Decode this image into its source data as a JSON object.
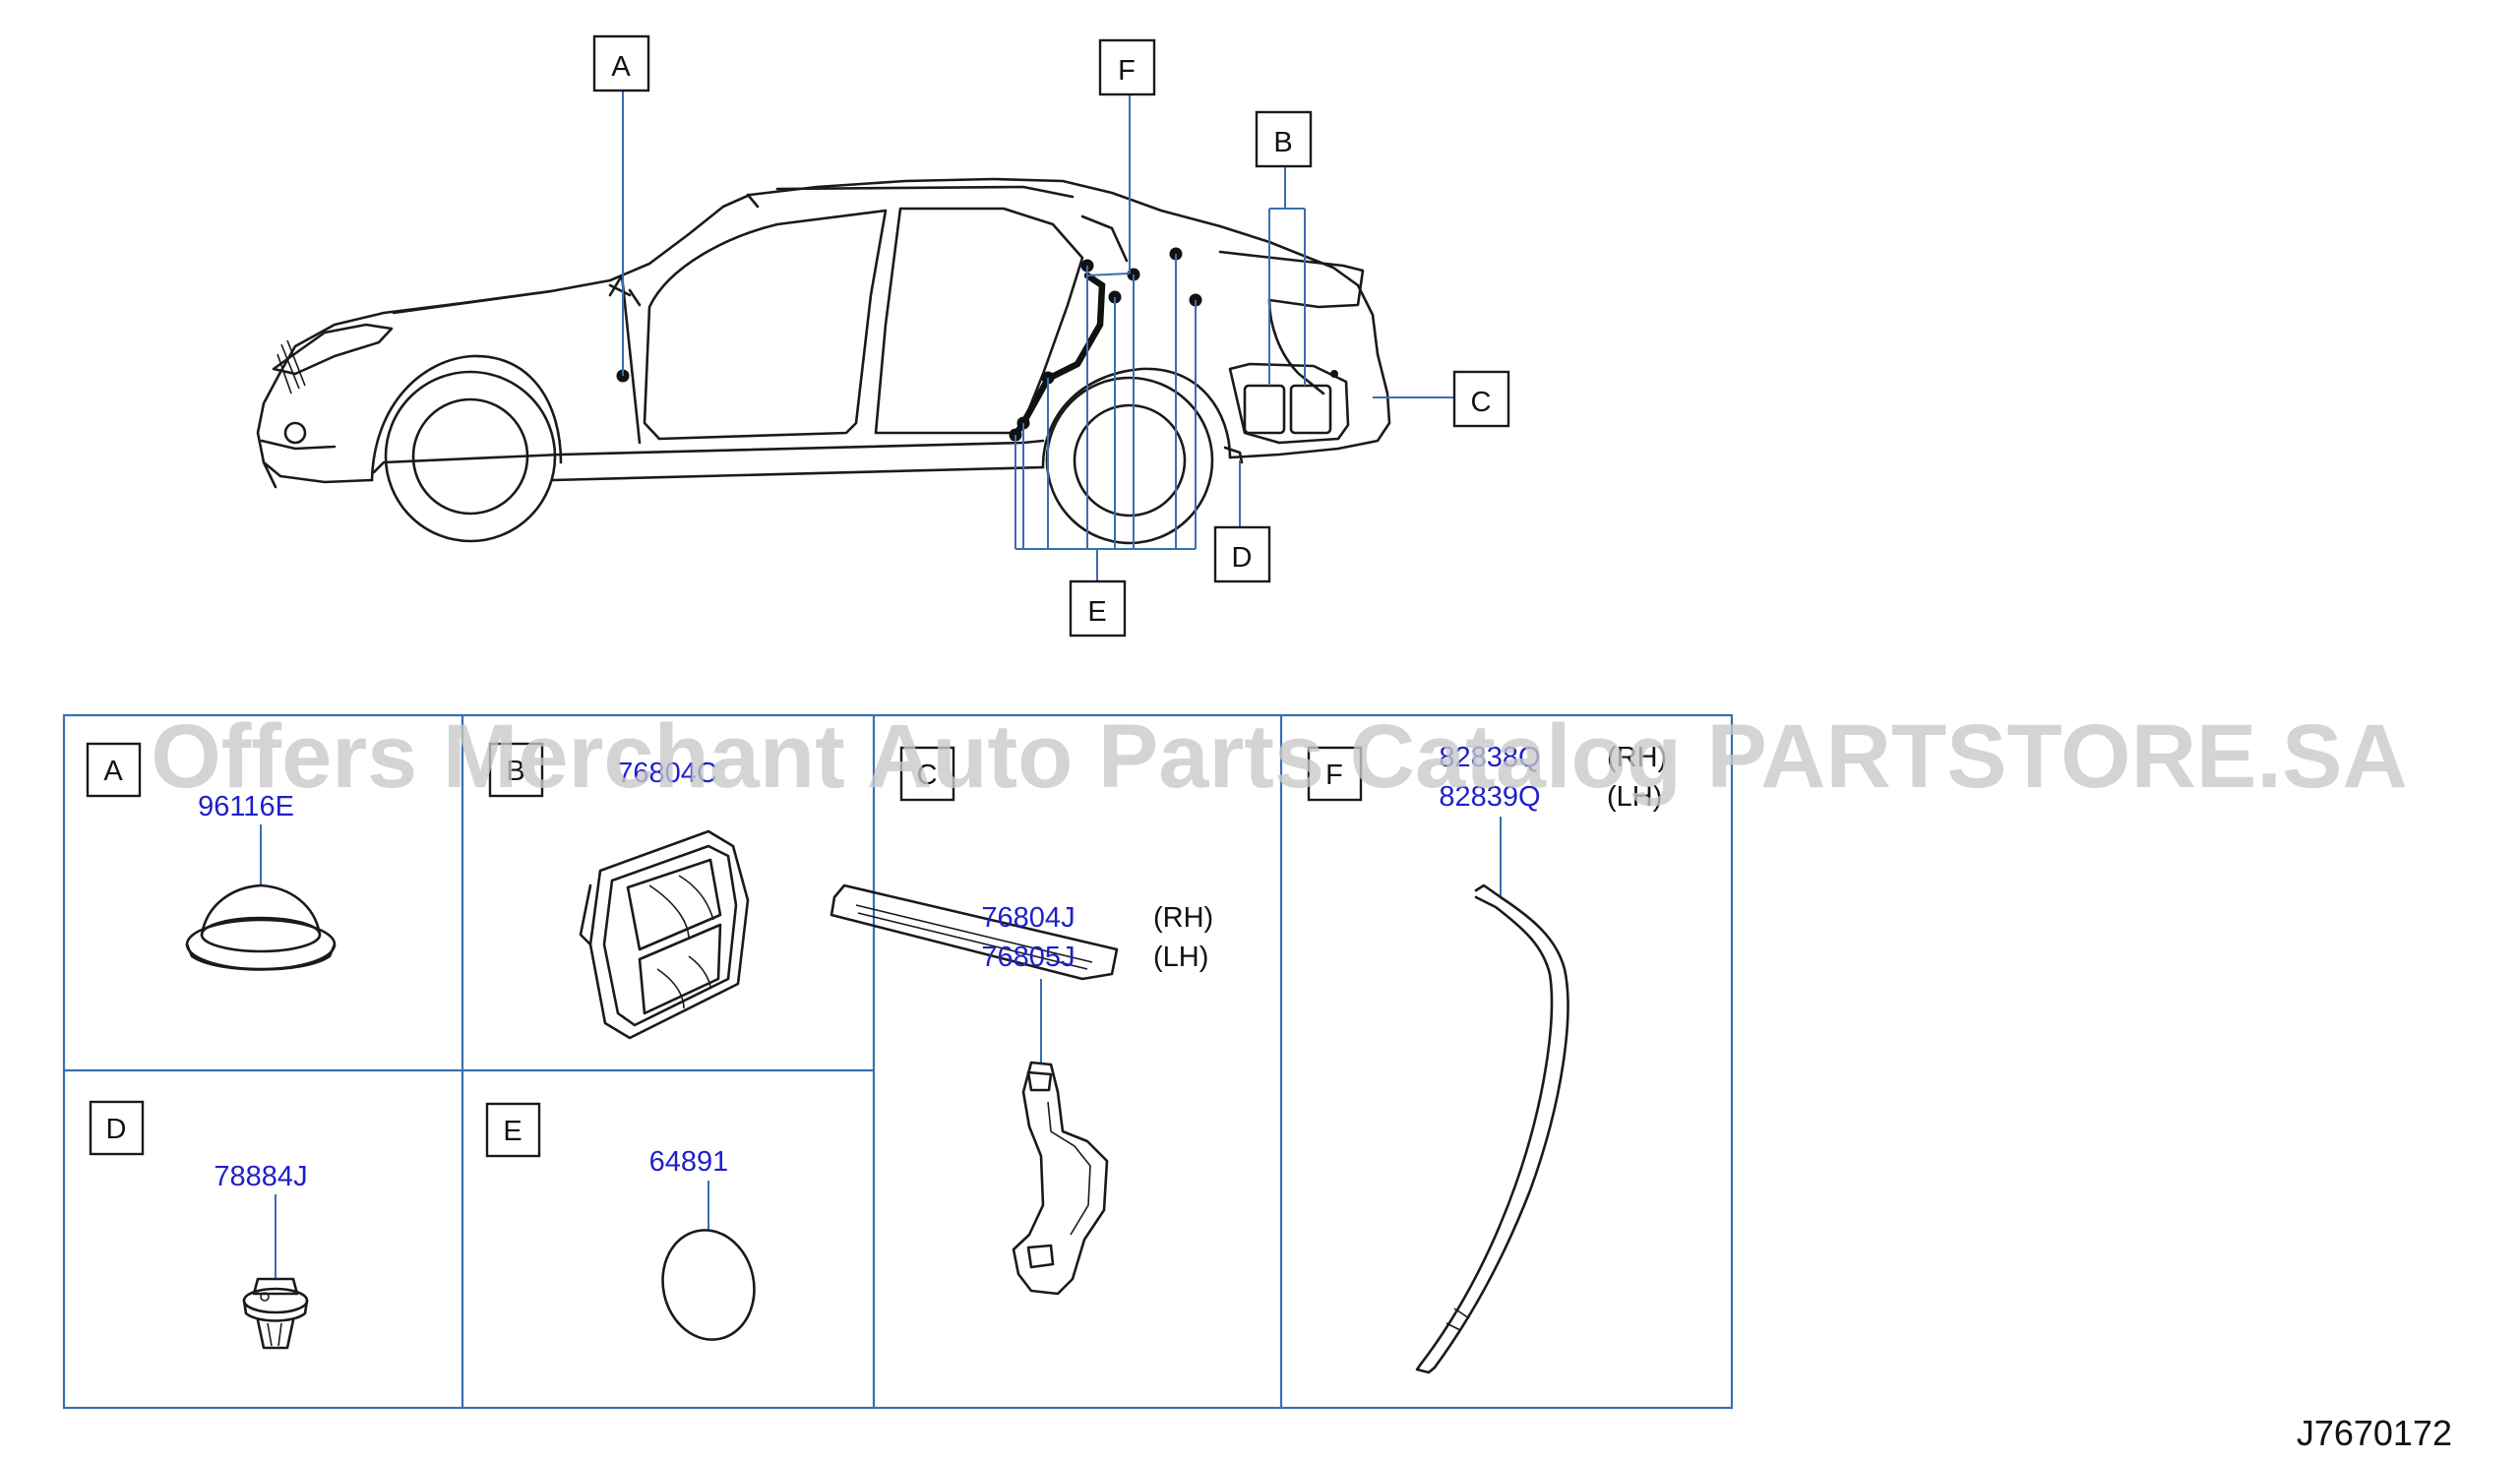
{
  "diagram": {
    "callouts": {
      "A": "A",
      "B": "B",
      "C": "C",
      "D": "D",
      "E": "E",
      "F": "F"
    },
    "panels": [
      {
        "letter": "A",
        "parts": [
          {
            "number": "96116E",
            "side": ""
          }
        ]
      },
      {
        "letter": "B",
        "parts": [
          {
            "number": "76804C",
            "side": ""
          }
        ]
      },
      {
        "letter": "C",
        "parts": [
          {
            "number": "76804J",
            "side": "(RH)"
          },
          {
            "number": "76805J",
            "side": "(LH)"
          }
        ]
      },
      {
        "letter": "F",
        "parts": [
          {
            "number": "82838Q",
            "side": "(RH)"
          },
          {
            "number": "82839Q",
            "side": "(LH)"
          }
        ]
      },
      {
        "letter": "D",
        "parts": [
          {
            "number": "78884J",
            "side": ""
          }
        ]
      },
      {
        "letter": "E",
        "parts": [
          {
            "number": "64891",
            "side": ""
          }
        ]
      }
    ],
    "watermark": "Offers Merchant Auto Parts Catalog PARTSTORE.SA",
    "diagram_code": "J7670172"
  }
}
